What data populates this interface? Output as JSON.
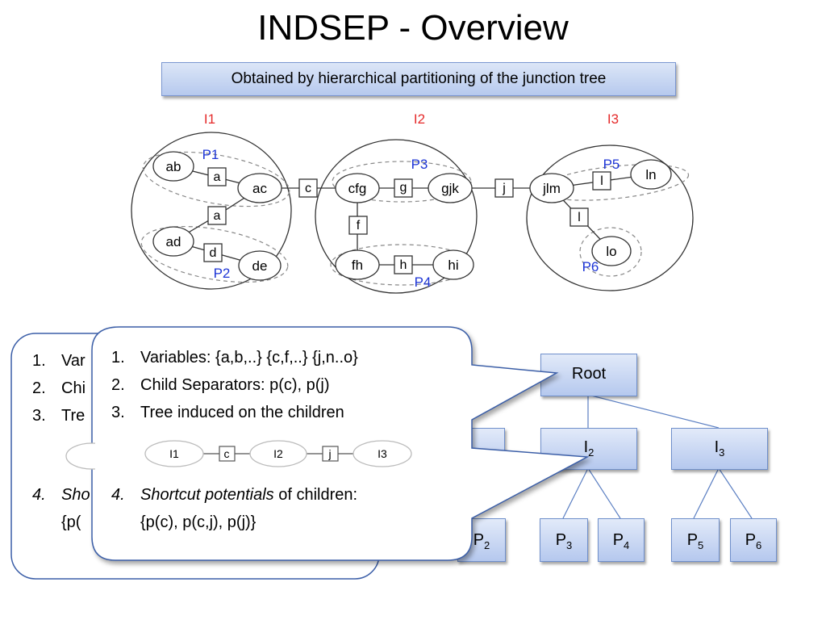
{
  "title": "INDSEP - Overview",
  "subtitle": "Obtained by hierarchical partitioning of the junction tree",
  "diagram": {
    "partition_labels": [
      "I1",
      "I2",
      "I3"
    ],
    "piece_labels": [
      "P1",
      "P2",
      "P3",
      "P4",
      "P5",
      "P6"
    ],
    "cliques": {
      "ab": "ab",
      "ac": "ac",
      "ad": "ad",
      "de": "de",
      "cfg": "cfg",
      "gjk": "gjk",
      "fh": "fh",
      "hi": "hi",
      "jlm": "jlm",
      "ln": "ln",
      "lo": "lo"
    },
    "separators": {
      "a1": "a",
      "a2": "a",
      "d": "d",
      "c": "c",
      "g": "g",
      "f": "f",
      "h": "h",
      "j": "j",
      "l1": "l",
      "l2": "l"
    }
  },
  "back_callout": {
    "items": [
      {
        "num": "1.",
        "text": "Var"
      },
      {
        "num": "2.",
        "text": "Chi"
      },
      {
        "num": "3.",
        "text": "Tre"
      },
      {
        "num": "4.",
        "text": "Sho"
      }
    ],
    "line5": "{p("
  },
  "front_callout": {
    "items": [
      {
        "num": "1.",
        "text": "Variables: {a,b,..} {c,f,..} {j,n..o}"
      },
      {
        "num": "2.",
        "text": "Child Separators: p(c), p(j)"
      },
      {
        "num": "3.",
        "text": "Tree induced on the children"
      }
    ],
    "item4_num": "4.",
    "item4_italic": "Shortcut potentials",
    "item4_rest": " of children:",
    "item4_line2": "{p(c), p(c,j), p(j)}",
    "mini_tree": {
      "nodes": [
        "I1",
        "I2",
        "I3"
      ],
      "seps": [
        "c",
        "j"
      ]
    }
  },
  "hierarchy": {
    "root": "Root",
    "I2": {
      "base": "I",
      "sub": "2"
    },
    "I3": {
      "base": "I",
      "sub": "3"
    },
    "P2": {
      "base": "P",
      "sub": "2"
    },
    "P3": {
      "base": "P",
      "sub": "3"
    },
    "P4": {
      "base": "P",
      "sub": "4"
    },
    "P5": {
      "base": "P",
      "sub": "5"
    },
    "P6": {
      "base": "P",
      "sub": "6"
    }
  },
  "colors": {
    "partition": "#e52b2b",
    "piece": "#1d35d6",
    "box_border": "#6f8fcb",
    "callout_border": "#3c5fa8"
  }
}
